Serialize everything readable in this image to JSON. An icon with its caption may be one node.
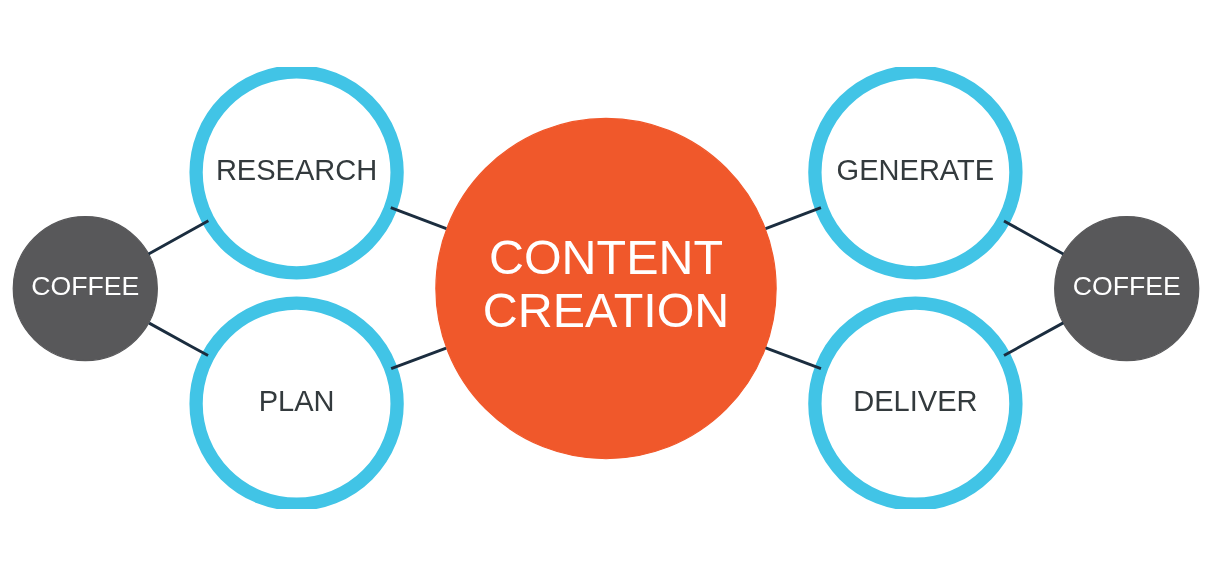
{
  "diagram": {
    "nodes": [
      {
        "text": [
          "RESEARCH"
        ]
      },
      {
        "text": [
          "COFFEE"
        ]
      },
      {
        "text": [
          "PLAN"
        ]
      },
      {
        "text": [
          "CONTENT CREATION"
        ]
      },
      {
        "text": [
          "GENERATE"
        ]
      },
      {
        "text": [
          "COFFEE"
        ]
      },
      {
        "text": [
          "DELIVER"
        ]
      }
    ],
    "edges": [
      {
        "from": 1,
        "to": 0,
        "arrow": "none"
      },
      {
        "from": 1,
        "to": 2,
        "arrow": "none"
      },
      {
        "from": 0,
        "to": 3,
        "arrow": "none"
      },
      {
        "from": 2,
        "to": 3,
        "arrow": "none"
      },
      {
        "from": 3,
        "to": 4,
        "arrow": "none"
      },
      {
        "from": 3,
        "to": 6,
        "arrow": "none"
      },
      {
        "from": 4,
        "to": 5,
        "arrow": "none"
      },
      {
        "from": 6,
        "to": 5,
        "arrow": "none"
      }
    ]
  }
}
